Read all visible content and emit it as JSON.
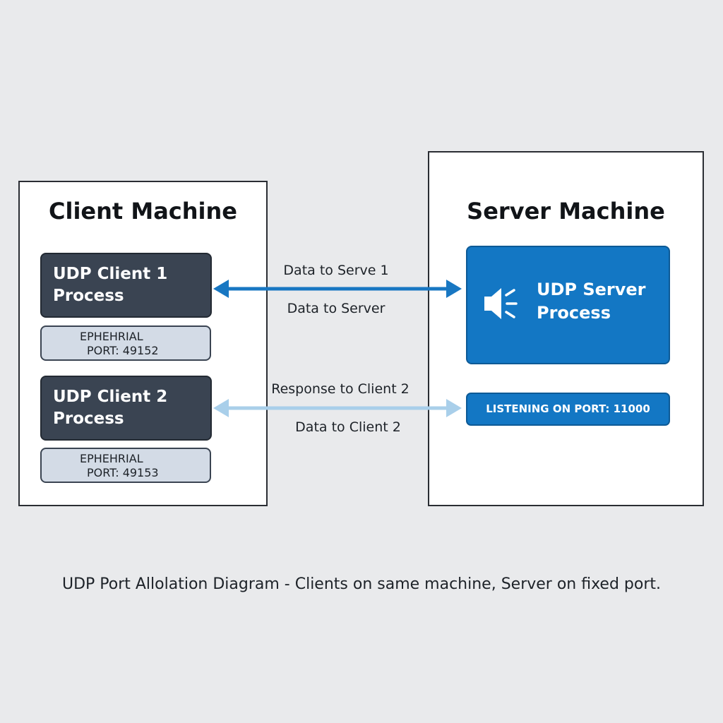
{
  "client_machine": {
    "title": "Client Machine",
    "clients": [
      {
        "process_line1": "UDP Client 1",
        "process_line2": "Process",
        "port_line1": "EPHEHRIAL",
        "port_line2": "PORT: 49152"
      },
      {
        "process_line1": "UDP Client 2",
        "process_line2": "Process",
        "port_line1": "EPHEHRIAL",
        "port_line2": "PORT: 49153"
      }
    ]
  },
  "server_machine": {
    "title": "Server Machine",
    "process_line1": "UDP Server",
    "process_line2": "Process",
    "listening": "LISTENING ON PORT: 11000",
    "icon": "speaker-icon"
  },
  "arrows": [
    {
      "label_top": "Data to Serve 1",
      "label_bottom": "Data to Server",
      "color": "#1877c2"
    },
    {
      "label_top": "Response to Client 2",
      "label_bottom": "Data to Client 2",
      "color": "#a9cfea"
    }
  ],
  "caption": "UDP Port Allolation Diagram - Clients on same machine, Server on fixed port.",
  "colors": {
    "background": "#e9eaec",
    "client_process": "#3a4452",
    "port_box": "#d3dbe6",
    "server_blue": "#1377c4"
  }
}
